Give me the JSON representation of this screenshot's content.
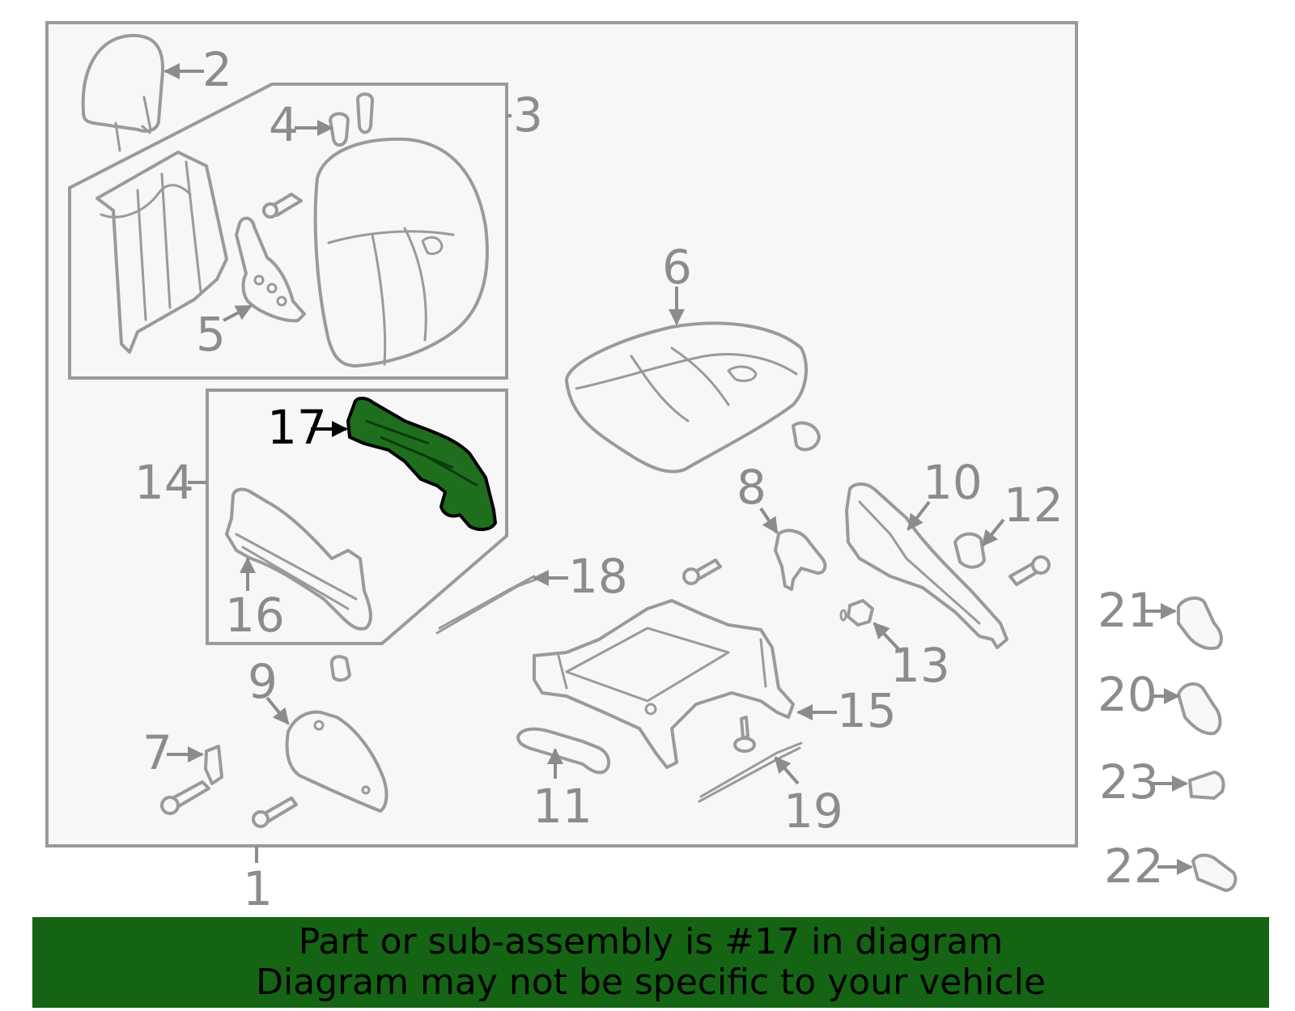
{
  "diagram": {
    "highlighted_part": "17",
    "highlight_color": "#1e6e1e",
    "banner_color": "#146414",
    "callouts": {
      "c1": "1",
      "c2": "2",
      "c3": "3",
      "c4": "4",
      "c5": "5",
      "c6": "6",
      "c7": "7",
      "c8": "8",
      "c9": "9",
      "c10": "10",
      "c11": "11",
      "c12": "12",
      "c13": "13",
      "c14": "14",
      "c15": "15",
      "c16": "16",
      "c17": "17",
      "c18": "18",
      "c19": "19",
      "c20": "20",
      "c21": "21",
      "c22": "22",
      "c23": "23"
    }
  },
  "banner": {
    "line1": "Part or sub-assembly is #17 in diagram",
    "line2": "Diagram may not be specific to your vehicle"
  }
}
